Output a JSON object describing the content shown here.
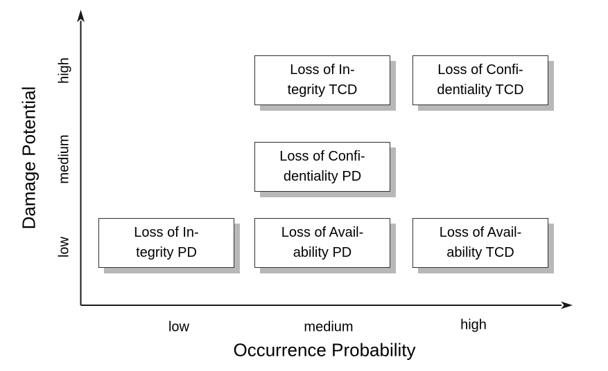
{
  "colors": {
    "background": "#ffffff",
    "axis_line": "#1a1a1a",
    "box_border": "#2e2e2e",
    "box_fill": "#ffffff",
    "box_shadow": "#b8b8b8",
    "text": "#000000"
  },
  "chart": {
    "x_axis": {
      "label": "Occurrence Probability",
      "ticks": [
        "low",
        "medium",
        "high"
      ]
    },
    "y_axis": {
      "label": "Damage Potential",
      "ticks": [
        "low",
        "medium",
        "high"
      ]
    }
  },
  "boxes": [
    {
      "id": "loss-of-integrity-tcd",
      "line1": "Loss of In-",
      "line2": "tegrity TCD",
      "x": "medium",
      "y": "high"
    },
    {
      "id": "loss-of-confidentiality-tcd",
      "line1": "Loss of Confi-",
      "line2": "dentiality TCD",
      "x": "high",
      "y": "high"
    },
    {
      "id": "loss-of-confidentiality-pd",
      "line1": "Loss of Confi-",
      "line2": "dentiality PD",
      "x": "medium",
      "y": "medium"
    },
    {
      "id": "loss-of-integrity-pd",
      "line1": "Loss of In-",
      "line2": "tegrity PD",
      "x": "low",
      "y": "low"
    },
    {
      "id": "loss-of-availability-pd",
      "line1": "Loss of Avail-",
      "line2": "ability PD",
      "x": "medium",
      "y": "low"
    },
    {
      "id": "loss-of-availability-tcd",
      "line1": "Loss of Avail-",
      "line2": "ability TCD",
      "x": "high",
      "y": "low"
    }
  ],
  "chart_data": {
    "type": "scatter",
    "title": "",
    "xlabel": "Occurrence Probability",
    "ylabel": "Damage Potential",
    "x_ticks": [
      "low",
      "medium",
      "high"
    ],
    "y_ticks": [
      "low",
      "medium",
      "high"
    ],
    "grid": false,
    "legend": "none",
    "points": [
      {
        "x": "medium",
        "y": "high",
        "label": "Loss of Integrity TCD"
      },
      {
        "x": "high",
        "y": "high",
        "label": "Loss of Confidentiality TCD"
      },
      {
        "x": "medium",
        "y": "medium",
        "label": "Loss of Confidentiality PD"
      },
      {
        "x": "low",
        "y": "low",
        "label": "Loss of Integrity PD"
      },
      {
        "x": "medium",
        "y": "low",
        "label": "Loss of Availability PD"
      },
      {
        "x": "high",
        "y": "low",
        "label": "Loss of Availability TCD"
      }
    ]
  }
}
